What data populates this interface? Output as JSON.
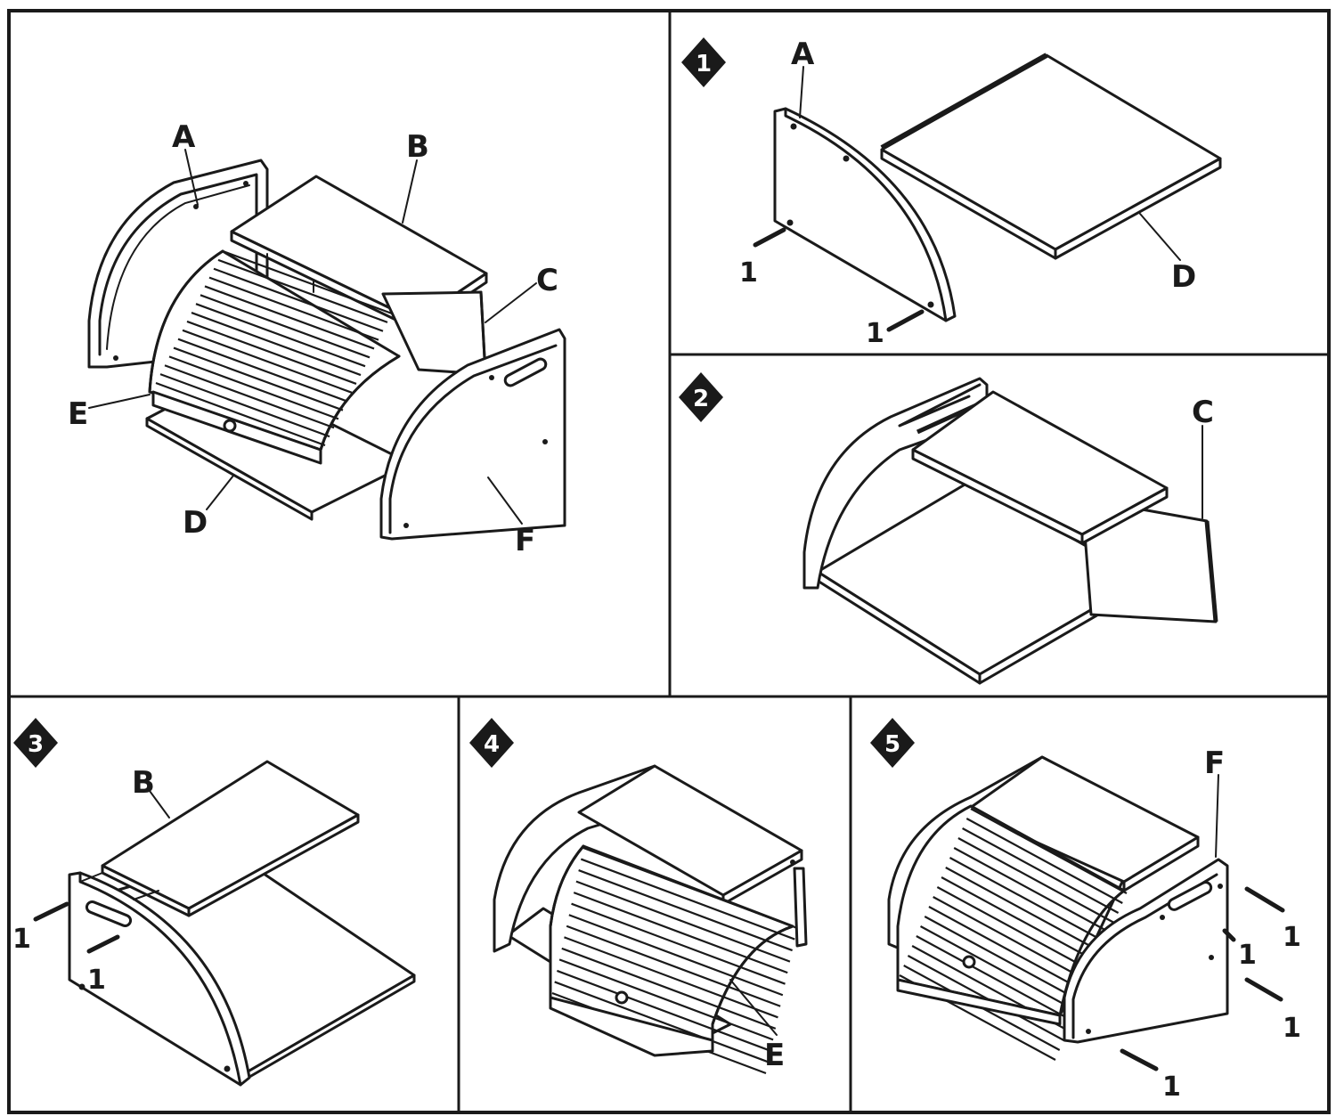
{
  "colors": {
    "ink": "#1a1a1a",
    "paper": "#ffffff"
  },
  "overview": {
    "labels": {
      "a": "A",
      "b": "B",
      "c": "C",
      "d": "D",
      "e": "E",
      "f": "F"
    }
  },
  "steps": [
    {
      "badge": "1",
      "labels": [
        "A",
        "D"
      ],
      "screw_labels": [
        "1",
        "1"
      ]
    },
    {
      "badge": "2",
      "labels": [
        "C"
      ],
      "screw_labels": []
    },
    {
      "badge": "3",
      "labels": [
        "B"
      ],
      "screw_labels": [
        "1",
        "1"
      ]
    },
    {
      "badge": "4",
      "labels": [
        "E"
      ],
      "screw_labels": []
    },
    {
      "badge": "5",
      "labels": [
        "F"
      ],
      "screw_labels": [
        "1",
        "1",
        "1",
        "1"
      ]
    }
  ]
}
